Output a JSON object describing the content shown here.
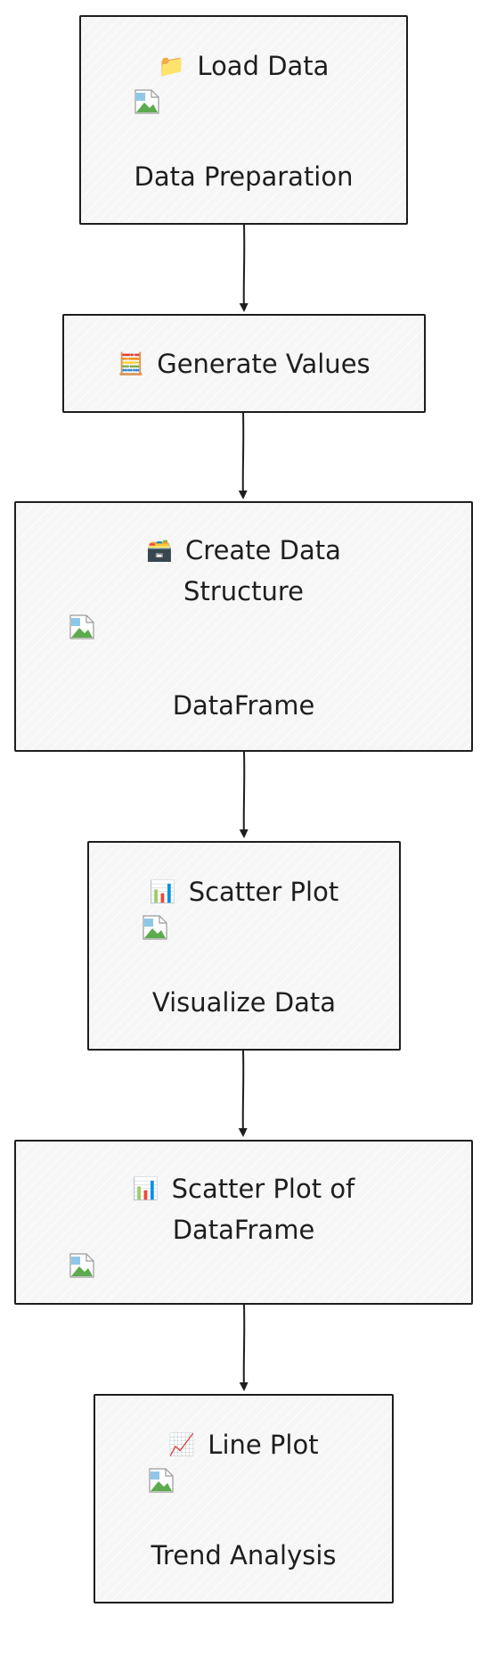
{
  "nodes": [
    {
      "id": "load-data",
      "icon": "folder-icon",
      "emoji": "📁",
      "title": "Load Data",
      "subtitle": "Data Preparation",
      "has_image": true
    },
    {
      "id": "generate-values",
      "icon": "abacus-icon",
      "emoji": "🧮",
      "title": "Generate Values",
      "has_image": false
    },
    {
      "id": "create-data-structure",
      "icon": "card-box-icon",
      "emoji": "🗃️",
      "title_line1": "Create Data",
      "title_line2": "Structure",
      "subtitle": "DataFrame",
      "has_image": true
    },
    {
      "id": "scatter-plot",
      "icon": "bar-chart-icon",
      "emoji": "📊",
      "title": "Scatter Plot",
      "subtitle": "Visualize Data",
      "has_image": true
    },
    {
      "id": "scatter-plot-of-dataframe",
      "icon": "bar-chart-icon",
      "emoji": "📊",
      "title_line1": "Scatter Plot of",
      "title_line2": "DataFrame",
      "has_image": true
    },
    {
      "id": "line-plot",
      "icon": "chart-increasing-icon",
      "emoji": "📈",
      "title": "Line Plot",
      "subtitle": "Trend Analysis",
      "has_image": true
    }
  ],
  "edge_color": "#1e1e1e",
  "node_fill": "#f6f6f6"
}
